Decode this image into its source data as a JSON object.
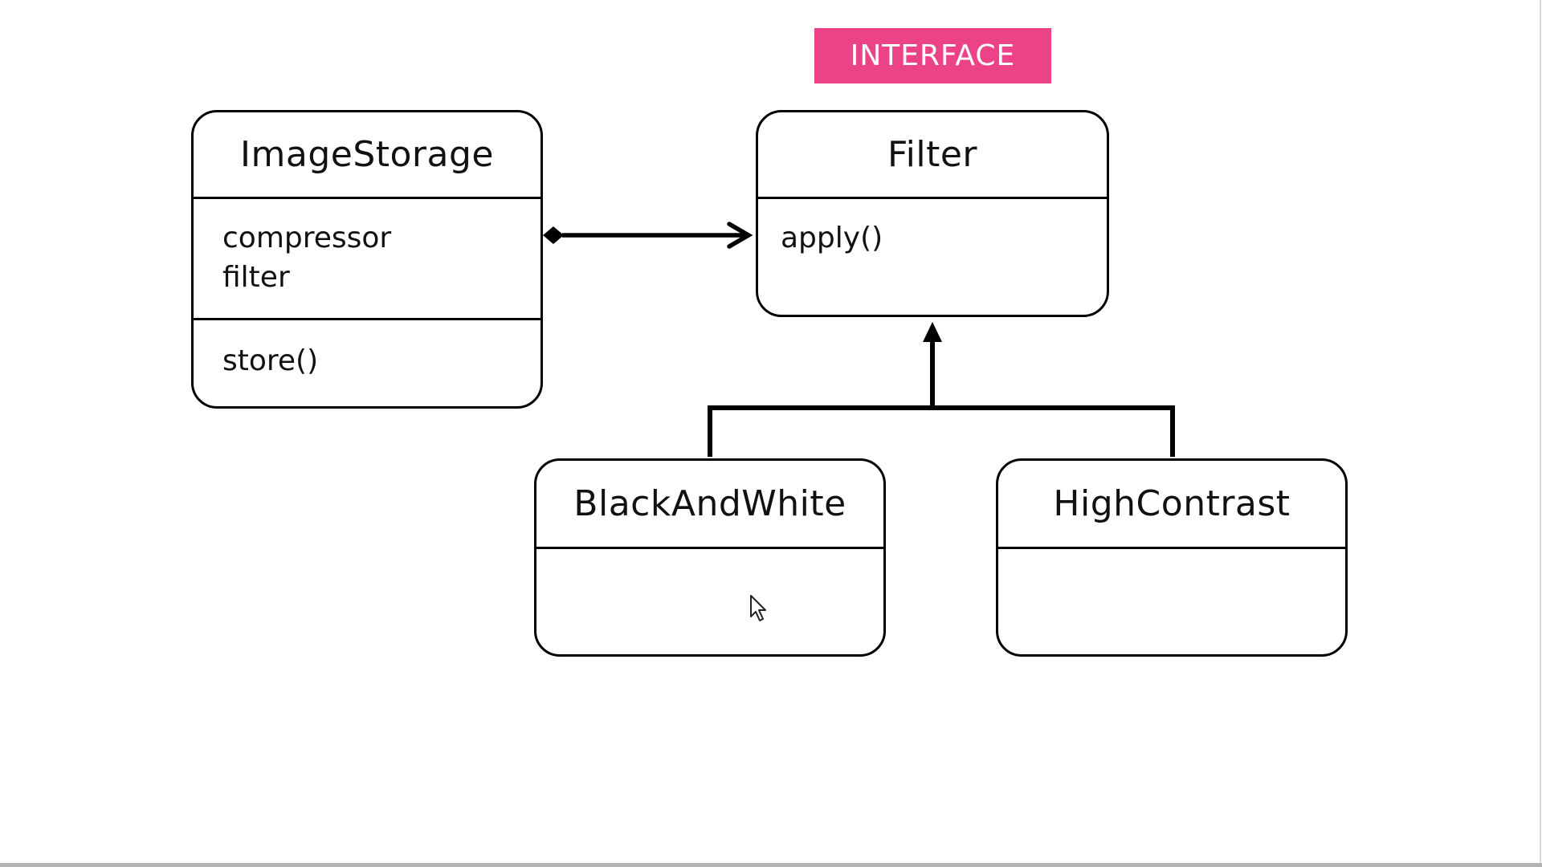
{
  "stereotype": {
    "label": "INTERFACE",
    "color": "#ec4287"
  },
  "classes": {
    "image_storage": {
      "name": "ImageStorage",
      "fields": [
        "compressor",
        "filter"
      ],
      "methods": [
        "store()"
      ]
    },
    "filter": {
      "name": "Filter",
      "methods": [
        "apply()"
      ]
    },
    "black_and_white": {
      "name": "BlackAndWhite"
    },
    "high_contrast": {
      "name": "HighContrast"
    }
  },
  "relationships": [
    {
      "from": "ImageStorage",
      "to": "Filter",
      "type": "composition"
    },
    {
      "from": "BlackAndWhite",
      "to": "Filter",
      "type": "inheritance"
    },
    {
      "from": "HighContrast",
      "to": "Filter",
      "type": "inheritance"
    }
  ],
  "colors": {
    "stroke": "#000000",
    "background": "#ffffff"
  },
  "cursor": "mouse-pointer-icon"
}
